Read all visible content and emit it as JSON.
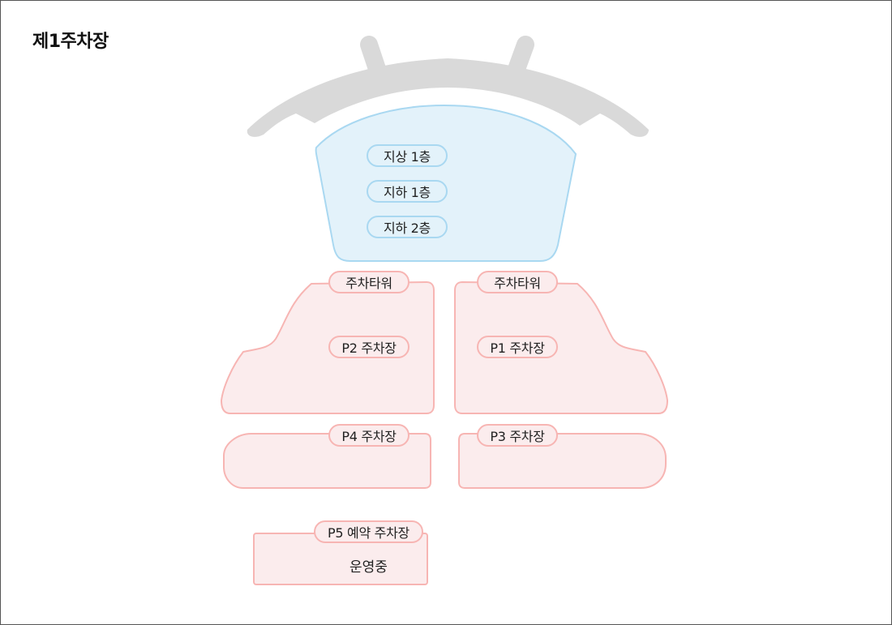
{
  "title": "제1주차장",
  "colors": {
    "stadium": "#d9d9d9",
    "floor_fill": "#e3f2fa",
    "floor_border": "#a9d8f1",
    "lot_fill": "#fbeced",
    "lot_border": "#f7b5b3",
    "frame_border": "#555555"
  },
  "floors": {
    "ground1": "지상 1층",
    "basement1": "지하 1층",
    "basement2": "지하 2층"
  },
  "lots": {
    "tower_left": "주차타워",
    "tower_right": "주차타워",
    "p2": "P2 주차장",
    "p1": "P1 주차장",
    "p4": "P4 주차장",
    "p3": "P3 주차장",
    "p5": "P5 예약 주차장",
    "p5_status": "운영중"
  }
}
